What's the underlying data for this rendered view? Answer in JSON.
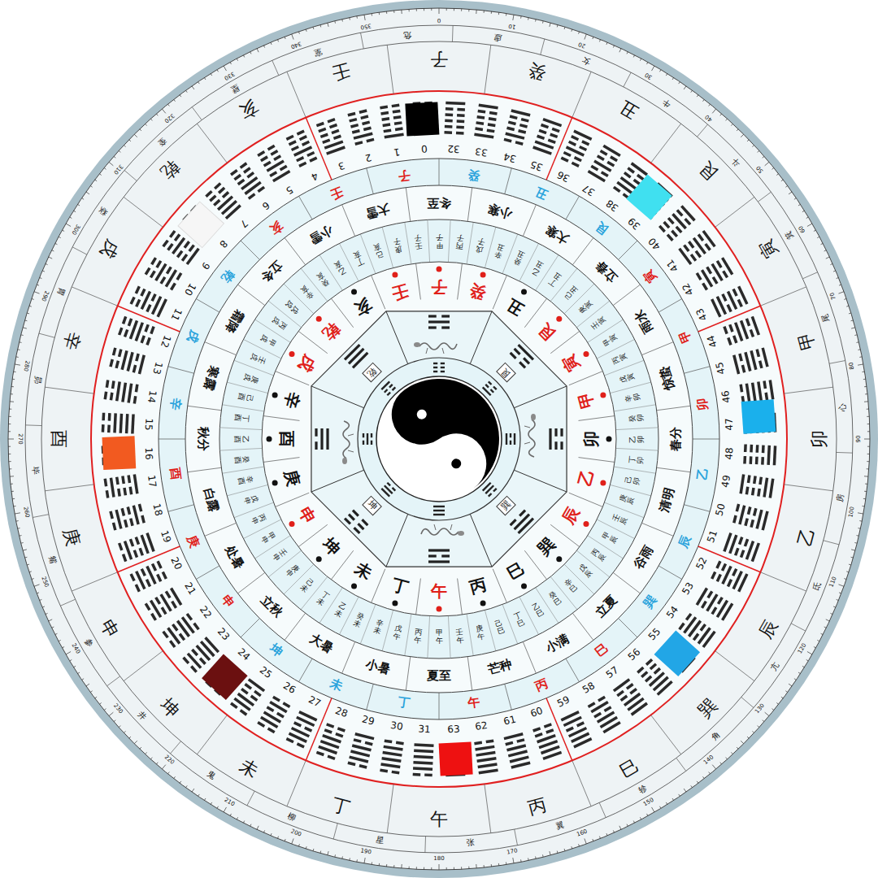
{
  "diagram": {
    "nodes": [
      {
        "text": [
          "乾"
        ]
      },
      {
        "text": [
          "艮"
        ]
      },
      {
        "text": [
          "坤"
        ]
      },
      {
        "text": [
          "巽"
        ]
      }
    ],
    "labels": [
      "子",
      "癸",
      "丑",
      "艮",
      "寅",
      "甲",
      "卯",
      "乙",
      "辰",
      "巽",
      "巳",
      "丙",
      "午",
      "丁",
      "未",
      "坤",
      "申",
      "庚",
      "酉",
      "辛",
      "戌",
      "乾",
      "亥",
      "壬",
      "危",
      "虚",
      "女",
      "牛",
      "斗",
      "箕",
      "尾",
      "心",
      "房",
      "氐",
      "亢",
      "角",
      "轸",
      "翼",
      "张",
      "星",
      "柳",
      "鬼",
      "井",
      "参",
      "觜",
      "毕",
      "昴",
      "胃",
      "娄",
      "奎",
      "壁",
      "室",
      "0",
      "10",
      "20",
      "30",
      "40",
      "50",
      "60",
      "70",
      "80",
      "90",
      "100",
      "110",
      "120",
      "130",
      "140",
      "150",
      "160",
      "170",
      "180",
      "190",
      "200",
      "210",
      "220",
      "230",
      "240",
      "250",
      "260",
      "270",
      "280",
      "290",
      "300",
      "310",
      "320",
      "330",
      "340",
      "350",
      "0",
      "1",
      "2",
      "3",
      "4",
      "5",
      "6",
      "7",
      "8",
      "9",
      "10",
      "11",
      "12",
      "13",
      "14",
      "15",
      "16",
      "17",
      "18",
      "19",
      "20",
      "21",
      "22",
      "23",
      "24",
      "25",
      "26",
      "27",
      "28",
      "29",
      "30",
      "31",
      "32",
      "33",
      "34",
      "35",
      "36",
      "37",
      "38",
      "39",
      "40",
      "41",
      "42",
      "43",
      "44",
      "45",
      "46",
      "47",
      "48",
      "49",
      "50",
      "51",
      "52",
      "53",
      "54",
      "55",
      "56",
      "57",
      "58",
      "59",
      "60",
      "61",
      "62",
      "63",
      "子",
      "癸",
      "丑",
      "艮",
      "寅",
      "甲",
      "卯",
      "乙",
      "辰",
      "巽",
      "巳",
      "丙",
      "午",
      "丁",
      "未",
      "坤",
      "申",
      "庚",
      "酉",
      "辛",
      "戌",
      "乾",
      "亥",
      "壬",
      "冬至",
      "小寒",
      "大寒",
      "立春",
      "雨水",
      "惊蛰",
      "春分",
      "清明",
      "谷雨",
      "立夏",
      "小满",
      "芒种",
      "夏至",
      "小暑",
      "大暑",
      "立秋",
      "处暑",
      "白露",
      "秋分",
      "寒露",
      "霜降",
      "立冬",
      "小雪",
      "大雪",
      "庚子",
      "壬子",
      "甲子",
      "丙子",
      "戊子",
      "辛丑",
      "癸丑",
      "乙丑",
      "丁丑",
      "己丑",
      "庚寅",
      "壬寅",
      "甲寅",
      "丙寅",
      "戊寅",
      "辛卯",
      "癸卯",
      "乙卯",
      "丁卯",
      "己卯",
      "庚辰",
      "壬辰",
      "甲辰",
      "丙辰",
      "戊辰",
      "辛巳",
      "癸巳",
      "乙巳",
      "丁巳",
      "己巳",
      "庚午",
      "壬午",
      "甲午",
      "丙午",
      "戊午",
      "辛未",
      "癸未",
      "乙未",
      "丁未",
      "己未",
      "庚申",
      "壬申",
      "甲申",
      "丙申",
      "戊申",
      "辛酉",
      "癸酉",
      "乙酉",
      "丁酉",
      "己酉",
      "庚戌",
      "壬戌",
      "甲戌",
      "丙戌",
      "戊戌",
      "辛亥",
      "癸亥",
      "乙亥",
      "丁亥",
      "己亥",
      "子",
      "癸",
      "丑",
      "艮",
      "寅",
      "甲",
      "卯",
      "乙",
      "辰",
      "巽",
      "巳",
      "丙",
      "午",
      "丁",
      "未",
      "坤",
      "申",
      "庚",
      "酉",
      "辛",
      "戌",
      "乾",
      "亥",
      "壬"
    ]
  }
}
